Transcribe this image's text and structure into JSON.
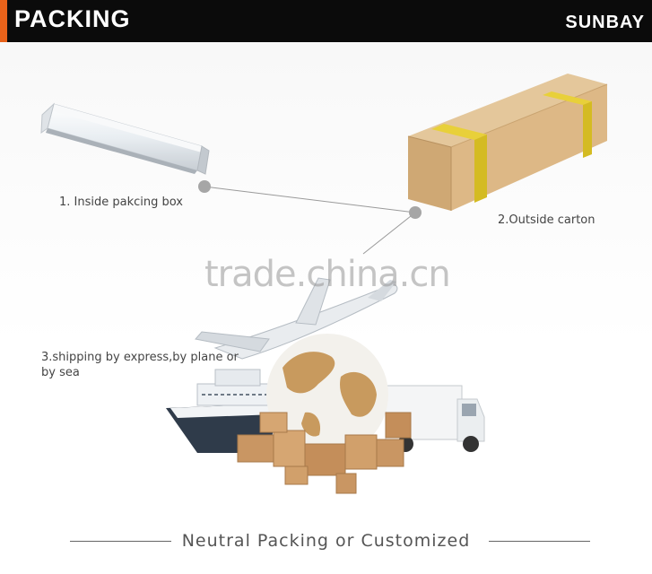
{
  "header": {
    "title": "PACKING",
    "brand": "SUNBAY",
    "accent_color": "#e8621a",
    "background": "#0b0b0b"
  },
  "steps": [
    {
      "label": "1. Inside pakcing box",
      "icon": "led-tube-light-icon"
    },
    {
      "label": "2.Outside carton",
      "icon": "cardboard-carton-icon"
    },
    {
      "label": "3.shipping by express,by plane or by sea",
      "icon": "shipping-globe-plane-ship-truck-icon"
    }
  ],
  "watermark": "trade.china.cn",
  "footer": {
    "title": "Neutral Packing or Customized"
  }
}
